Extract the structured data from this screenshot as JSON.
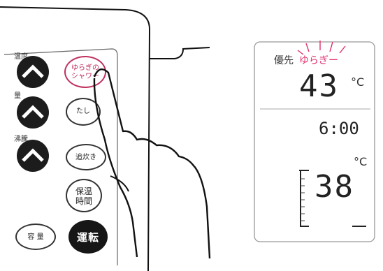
{
  "labels": {
    "left1": "温度",
    "left2": "量",
    "left3": "沸騰"
  },
  "buttons": {
    "yuragi_shower": "ゆらぎの\nシャワー",
    "tashi": "たし",
    "oikae": "追炊き",
    "hoon": "保温\n時間",
    "ryou": "容 量",
    "run": "運転"
  },
  "display": {
    "priority": "優先",
    "yuragi": "ゆらぎー",
    "temp_main": "43",
    "unit_c1": "°C",
    "time": "6:00",
    "unit_c2": "°C",
    "temp_bath": "38"
  },
  "colors": {
    "pink_accent": "#e0306f"
  }
}
